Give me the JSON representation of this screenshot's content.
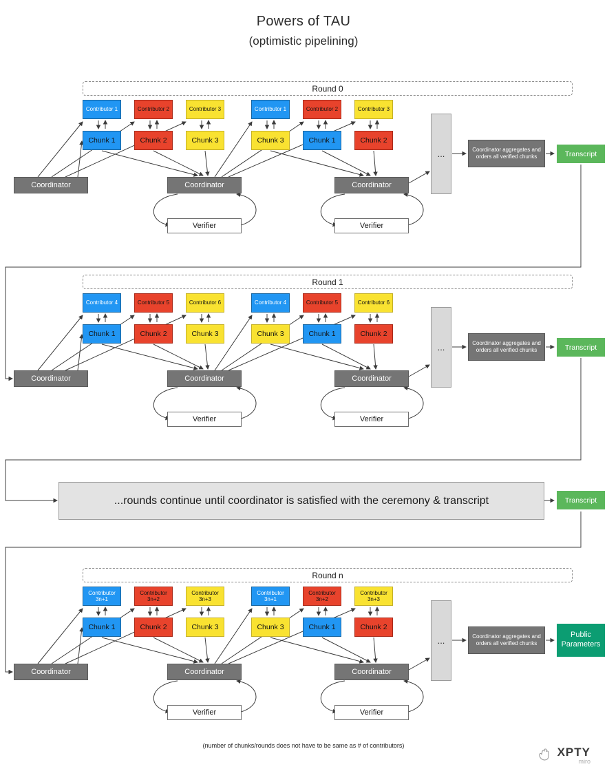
{
  "title": "Powers of TAU",
  "subtitle": "(optimistic pipelining)",
  "labels": {
    "coordinator": "Coordinator",
    "verifier": "Verifier",
    "dots": "...",
    "aggregates": "Coordinator aggregates and orders all verified chunks",
    "transcript": "Transcript",
    "banner": "...rounds continue until coordinator is satisfied with the ceremony & transcript",
    "footnote": "(number of chunks/rounds does not have to be same as # of contributors)"
  },
  "brand": {
    "name": "XPTY",
    "sub": "miro"
  },
  "rounds": [
    {
      "name": "Round 0",
      "contributors": [
        "Contributor 1",
        "Contributor 2",
        "Contributor 3",
        "Contributor 1",
        "Contributor 2",
        "Contributor 3"
      ],
      "chunks": [
        "Chunk 1",
        "Chunk 2",
        "Chunk 3",
        "Chunk 3",
        "Chunk 1",
        "Chunk 2"
      ],
      "output": "Transcript"
    },
    {
      "name": "Round 1",
      "contributors": [
        "Contributor 4",
        "Contributor 5",
        "Contributor 6",
        "Contributor 4",
        "Contributor 5",
        "Contributor 6"
      ],
      "chunks": [
        "Chunk 1",
        "Chunk 2",
        "Chunk 3",
        "Chunk 3",
        "Chunk 1",
        "Chunk 2"
      ],
      "output": "Transcript"
    },
    {
      "name": "Round n",
      "contributors": [
        "Contributor 3n+1",
        "Contributor 3n+2",
        "Contributor 3n+3",
        "Contributor 3n+1",
        "Contributor 3n+2",
        "Contributor 3n+3"
      ],
      "chunks": [
        "Chunk 1",
        "Chunk 2",
        "Chunk 3",
        "Chunk 3",
        "Chunk 1",
        "Chunk 2"
      ],
      "output": "Public Parameters"
    }
  ],
  "colors": {
    "blue": "#2196F3",
    "blue_border": "#17649F",
    "red": "#E8432C",
    "red_border": "#A92A1A",
    "yellow": "#F9E231",
    "yellow_border": "#C4B028",
    "gray": "#757575",
    "gray_border": "#595959",
    "green": "#5BB75B",
    "green_border": "#3C8C3C",
    "teal": "#0C9D72",
    "teal_border": "#087753",
    "panel": "#D9D9D9",
    "panel_border": "#9A9A9A",
    "banner": "#E3E3E3",
    "line": "#3C3C3C"
  }
}
